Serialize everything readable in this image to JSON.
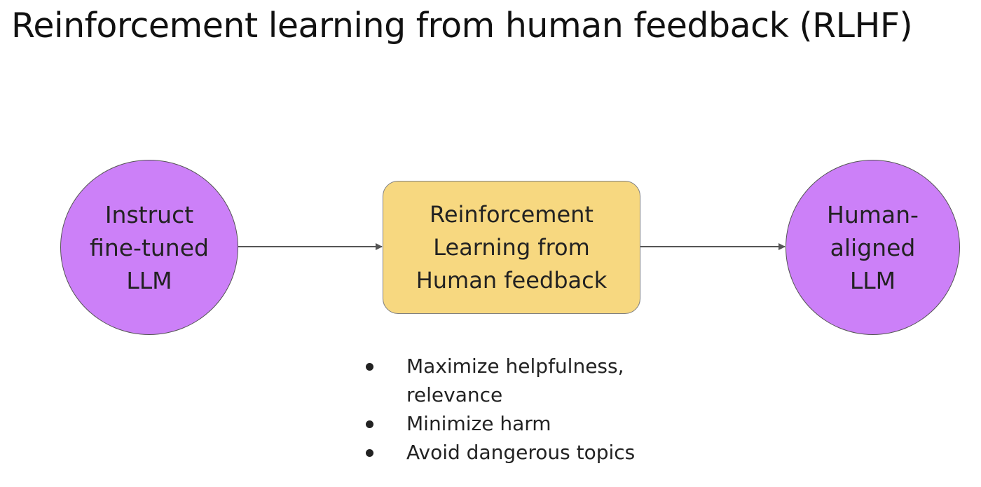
{
  "title": "Reinforcement learning from human feedback (RLHF)",
  "colors": {
    "circle_fill": "#cc80f8",
    "box_fill": "#f7d880",
    "arrow": "#555555"
  },
  "nodes": {
    "source": {
      "label": "Instruct\nfine-tuned\nLLM",
      "shape": "circle"
    },
    "process": {
      "label": "Reinforcement\nLearning from\nHuman feedback",
      "shape": "rounded-rectangle"
    },
    "target": {
      "label": "Human-\naligned\nLLM",
      "shape": "circle"
    }
  },
  "edges": [
    {
      "from": "source",
      "to": "process"
    },
    {
      "from": "process",
      "to": "target"
    }
  ],
  "goals": [
    "Maximize helpfulness,\nrelevance",
    "Minimize harm",
    "Avoid dangerous topics"
  ]
}
